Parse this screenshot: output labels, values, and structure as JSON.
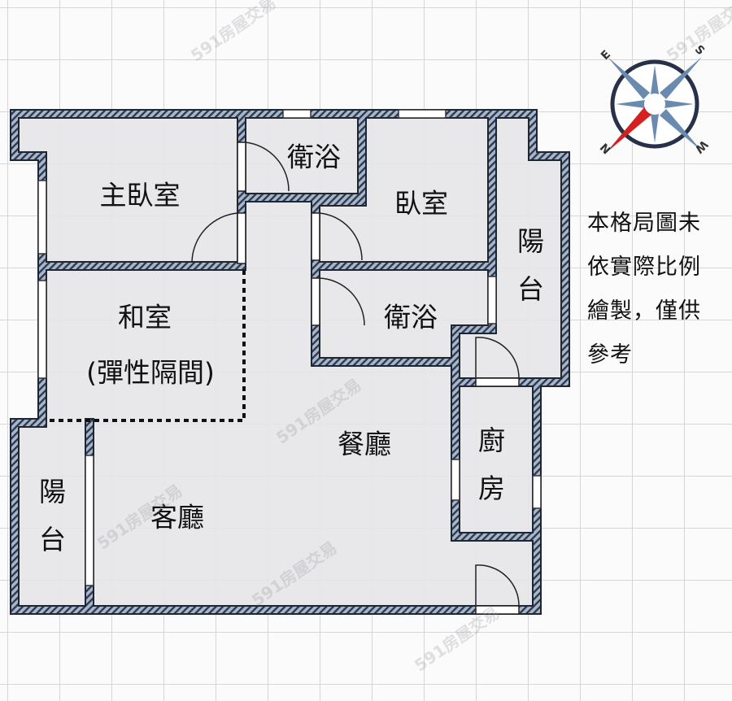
{
  "colors": {
    "wall_fill": "#a7b6cc",
    "wall_stripe": "#2f3a4a",
    "room_fill": "#e6e6e8",
    "grid": "#d8d8d8",
    "compass_ring": "#27324a",
    "compass_star": "#6a8ab0",
    "compass_north": "#d42020"
  },
  "rooms": {
    "master_bedroom": "主臥室",
    "bath_1": "衛浴",
    "bedroom": "臥室",
    "balcony_right": "陽台",
    "japanese_room": "和室",
    "japanese_room_note": "(彈性隔間)",
    "bath_2": "衛浴",
    "dining": "餐廳",
    "kitchen": "廚房",
    "balcony_left": "陽台",
    "living": "客廳"
  },
  "note": {
    "lines": [
      "本格局圖未",
      "依實際比例",
      "繪製，僅供",
      "參考"
    ]
  },
  "compass": {
    "n": "N",
    "s": "S",
    "e": "E",
    "w": "W"
  },
  "watermark": "591房屋交易"
}
